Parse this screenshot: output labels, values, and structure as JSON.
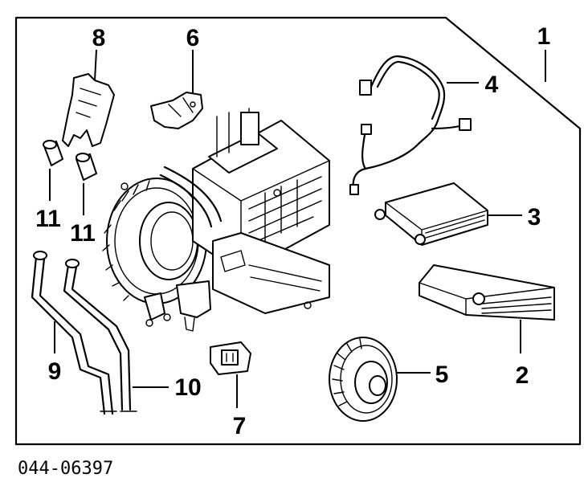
{
  "diagram": {
    "part_code": "044-06397",
    "callouts": [
      {
        "id": "1",
        "label": "1"
      },
      {
        "id": "2",
        "label": "2"
      },
      {
        "id": "3",
        "label": "3"
      },
      {
        "id": "4",
        "label": "4"
      },
      {
        "id": "5",
        "label": "5"
      },
      {
        "id": "6",
        "label": "6"
      },
      {
        "id": "7",
        "label": "7"
      },
      {
        "id": "8",
        "label": "8"
      },
      {
        "id": "9",
        "label": "9"
      },
      {
        "id": "10",
        "label": "10"
      },
      {
        "id": "11a",
        "label": "11"
      },
      {
        "id": "11b",
        "label": "11"
      }
    ]
  }
}
